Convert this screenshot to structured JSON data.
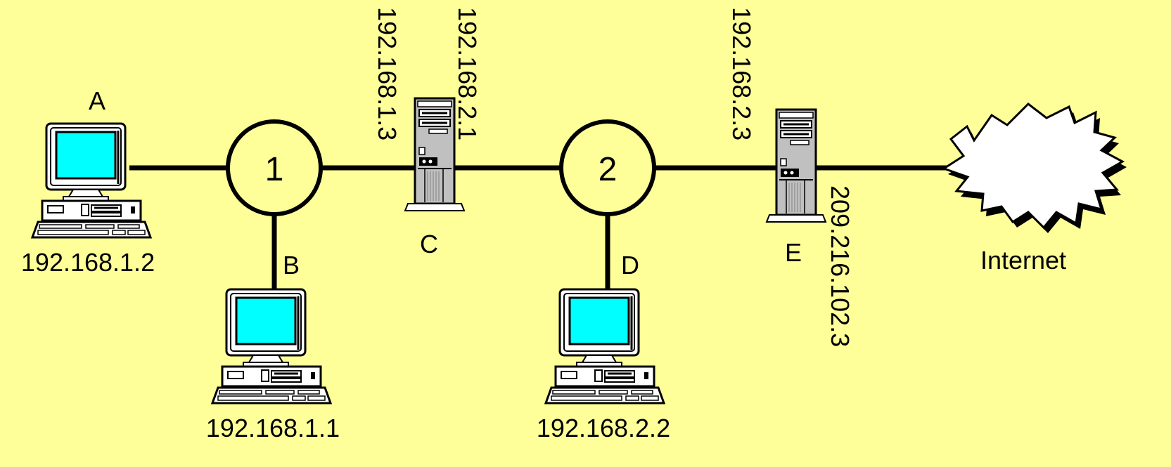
{
  "diagram": {
    "networks": [
      {
        "id": "net1",
        "label": "1"
      },
      {
        "id": "net2",
        "label": "2"
      }
    ],
    "hosts": [
      {
        "id": "A",
        "label": "A",
        "ip": "192.168.1.2"
      },
      {
        "id": "B",
        "label": "B",
        "ip": "192.168.1.1"
      },
      {
        "id": "D",
        "label": "D",
        "ip": "192.168.2.2"
      }
    ],
    "routers": [
      {
        "id": "C",
        "label": "C",
        "ip_left": "192.168.1.3",
        "ip_right": "192.168.2.1"
      },
      {
        "id": "E",
        "label": "E",
        "ip_left": "192.168.2.3",
        "ip_right": "209.216.102.3"
      }
    ],
    "cloud": {
      "label": "Internet"
    }
  },
  "colors": {
    "background": "#ffff99",
    "screen": "#00ffff",
    "line": "#000000",
    "device_body": "#ffffff",
    "tower_body": "#c0c0c0",
    "cloud_fill": "#ffffff"
  }
}
